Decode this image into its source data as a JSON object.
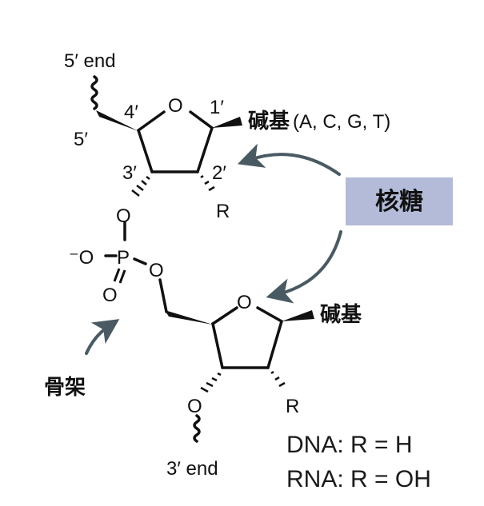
{
  "labels": {
    "five_end": "5′ end",
    "three_end": "3′ end",
    "c5": "5′",
    "c4": "4′",
    "c3": "3′",
    "c2": "2′",
    "c1": "1′",
    "ring_o": "O",
    "ring_o2": "O",
    "o3": "O",
    "o_minus": "⁻O",
    "p": "P",
    "o_ester": "O",
    "o_double": "O",
    "o3_lower": "O",
    "r_top": "R",
    "r_bottom": "R",
    "base_top": "碱基",
    "base_top_detail": "(A, C, G, T)",
    "base_bottom": "碱基",
    "sugar": "核糖",
    "backbone": "骨架",
    "dna_rule": "DNA: R = H",
    "rna_rule": "RNA: R = OH"
  },
  "colors": {
    "sugar_box": "#b3bbd8",
    "arrow": "#4a5a63"
  }
}
